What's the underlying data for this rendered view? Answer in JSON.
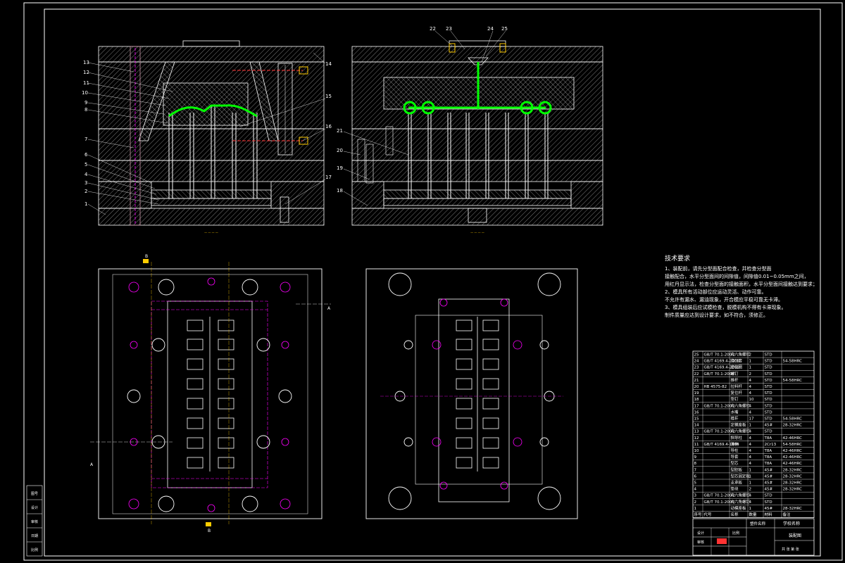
{
  "colors": {
    "background": "#000000",
    "line": "#ffffff",
    "runner": "#00ff00",
    "cooling": "#ff00ff",
    "hatch": "#bbbbbb",
    "gold": "#ffcc00"
  },
  "view_a": {
    "callouts": [
      "13",
      "12",
      "11",
      "10",
      "9",
      "8",
      "7",
      "6",
      "5",
      "4",
      "3",
      "2",
      "1",
      "14",
      "15",
      "16",
      "17"
    ]
  },
  "view_b": {
    "callouts_top": [
      "22",
      "23",
      "24",
      "25"
    ],
    "callouts_left": [
      "21",
      "20",
      "19",
      "18"
    ]
  },
  "section_marks": {
    "b_top": "B",
    "b_bottom": "B",
    "a_right": "A",
    "a_left": "A"
  },
  "tech_requirements": {
    "title": "技术要求",
    "lines": [
      "1、装配前，请先分型面配合检查，并检查分型面",
      "接触配合，水平分型面间的间隙值，间隙值0.01~0.05mm之间，",
      "用红丹显示法，检查分型面的接触面积，水平分型面间接触达到要求；",
      "2、模具所有活动部位应运动灵活、动作可靠。",
      "不允许有漏水、漏油现象，开合模应平稳可靠无卡滞。",
      "3、模具组装后应试模检查，脱模机构不得有卡滞现象。",
      "制件质量应达到设计要求，如不符合，须修正。"
    ]
  },
  "bom": {
    "headers": [
      "序号",
      "代号",
      "名称",
      "数量",
      "材料",
      "备注"
    ],
    "rows": [
      [
        "25",
        "GB/T 70.1-2000",
        "内六角螺钉",
        "2",
        "STD",
        ""
      ],
      [
        "24",
        "GB/T 4169.4-2006",
        "浇口套",
        "1",
        "STD",
        "54-58HRC"
      ],
      [
        "23",
        "GB/T 4169.4-2006",
        "定位圈",
        "1",
        "STD",
        ""
      ],
      [
        "22",
        "GB/T 70.1-2000",
        "螺钉",
        "2",
        "STD",
        ""
      ],
      [
        "21",
        "",
        "推杆",
        "4",
        "STD",
        "54-58HRC"
      ],
      [
        "20",
        "HB 4575-82",
        "拉料杆",
        "4",
        "STD",
        ""
      ],
      [
        "19",
        "",
        "复位杆",
        "4",
        "STD",
        ""
      ],
      [
        "18",
        "",
        "垫钉",
        "10",
        "STD",
        ""
      ],
      [
        "17",
        "GB/T 70.1-2000",
        "内六角螺钉",
        "4",
        "STD",
        ""
      ],
      [
        "16",
        "",
        "水嘴",
        "4",
        "STD",
        ""
      ],
      [
        "15",
        "",
        "推杆",
        "17",
        "STD",
        "54-58HRC"
      ],
      [
        "14",
        "",
        "定模座板",
        "1",
        "45#",
        "28-32HRC"
      ],
      [
        "13",
        "GB/T 70.1-2000",
        "内六角螺钉",
        "4",
        "STD",
        ""
      ],
      [
        "12",
        "",
        "斜导柱",
        "4",
        "T8A",
        "42-46HRC"
      ],
      [
        "11",
        "GB/T 4169.4-1984",
        "滑块",
        "4",
        "2Cr13",
        "54-58HRC"
      ],
      [
        "10",
        "",
        "导柱",
        "4",
        "T8A",
        "42-46HRC"
      ],
      [
        "9",
        "",
        "导套",
        "4",
        "T8A",
        "42-46HRC"
      ],
      [
        "8",
        "",
        "型芯",
        "4",
        "T8A",
        "42-46HRC"
      ],
      [
        "7",
        "",
        "型腔板",
        "1",
        "45#",
        "28-32HRC"
      ],
      [
        "6",
        "",
        "型芯固定板",
        "1",
        "45#",
        "28-32HRC"
      ],
      [
        "5",
        "",
        "支承板",
        "1",
        "45#",
        "28-32HRC"
      ],
      [
        "4",
        "",
        "垫块",
        "2",
        "45#",
        "28-32HRC"
      ],
      [
        "3",
        "GB/T 70.1-2000",
        "内六角螺钉",
        "4",
        "STD",
        ""
      ],
      [
        "2",
        "GB/T 70.1-2000",
        "内六角螺钉",
        "4",
        "STD",
        ""
      ],
      [
        "1",
        "",
        "动模座板",
        "1",
        "45#",
        "28-32HRC"
      ]
    ]
  },
  "title_block": {
    "drawing_name": "装配图",
    "scale_label": "比例",
    "school_label": "学校名称",
    "design_label": "设计",
    "check_label": "审核",
    "part_label": "塑件名称",
    "sheet_label": "共 张 第 张"
  },
  "left_margin_labels": [
    "图号",
    "设计",
    "审核",
    "日期",
    "比例"
  ]
}
